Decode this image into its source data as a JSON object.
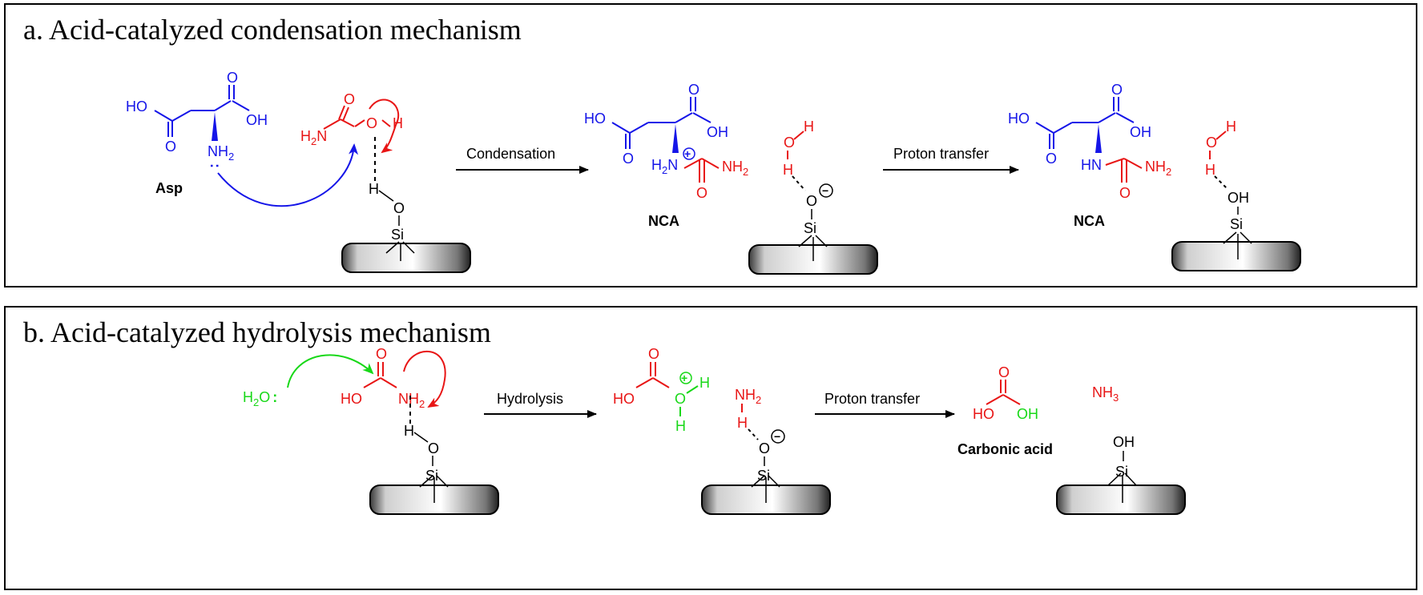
{
  "panel_a": {
    "title": "a. Acid-catalyzed  condensation mechanism",
    "arrow1_label": "Condensation",
    "arrow2_label": "Proton transfer",
    "reactant_label": "Asp",
    "product1_label": "NCA",
    "product2_label": "NCA"
  },
  "panel_b": {
    "title": "b. Acid-catalyzed  hydrolysis mechanism",
    "arrow1_label": "Hydrolysis",
    "arrow2_label": "Proton transfer",
    "product_label": "Carbonic acid"
  },
  "atoms": {
    "ho": "HO",
    "oh": "OH",
    "o": "O",
    "h": "H",
    "nh2": "NH",
    "nh3": "NH",
    "h2n": "H",
    "si": "Si",
    "n": "N",
    "hn": "HN",
    "h2o": "H",
    "sub2": "2",
    "sub3": "3",
    "colon": ":",
    "minus": "−",
    "plus": "+"
  },
  "colors": {
    "aspartate": "#1515e8",
    "carbamate": "#e81515",
    "water": "#18d818",
    "silica": "#000000"
  }
}
